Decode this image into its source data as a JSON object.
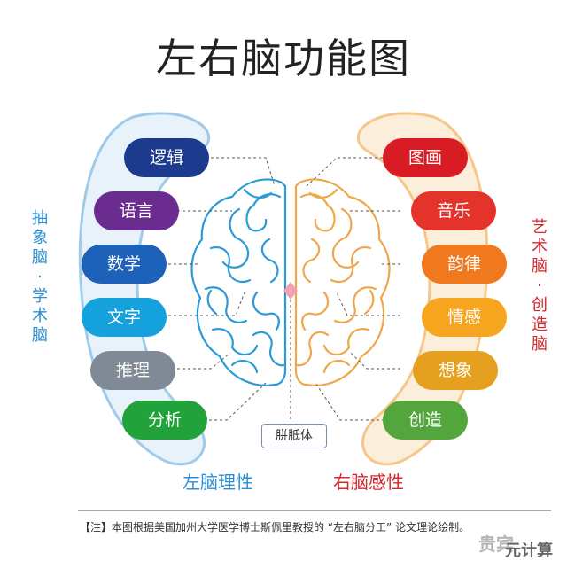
{
  "title": "左右脑功能图",
  "left": {
    "side_label": [
      "抽",
      "象",
      "脑",
      "·",
      "学",
      "术",
      "脑"
    ],
    "caption": "左脑理性",
    "items": [
      {
        "label": "逻辑",
        "color": "#1c3a8e"
      },
      {
        "label": "语言",
        "color": "#6a2c8e"
      },
      {
        "label": "数学",
        "color": "#1d62b8"
      },
      {
        "label": "文字",
        "color": "#15a1dc"
      },
      {
        "label": "推理",
        "color": "#7f8a96"
      },
      {
        "label": "分析",
        "color": "#22a23a"
      }
    ]
  },
  "right": {
    "side_label": [
      "艺",
      "术",
      "脑",
      "·",
      "创",
      "造",
      "脑"
    ],
    "caption": "右脑感性",
    "items": [
      {
        "label": "图画",
        "color": "#d91c23"
      },
      {
        "label": "音乐",
        "color": "#e4332a"
      },
      {
        "label": "韵律",
        "color": "#f0781d"
      },
      {
        "label": "情感",
        "color": "#f5a51e"
      },
      {
        "label": "想象",
        "color": "#e6a020"
      },
      {
        "label": "创造",
        "color": "#53a63b"
      }
    ]
  },
  "corpus_callosum": "胼胝体",
  "footnote": "【注】本图根据美国加州大学医学博士斯佩里教授的 “左右脑分工” 论文理论绘制。",
  "watermark": "元计算",
  "watermark_faded": "贵宾"
}
